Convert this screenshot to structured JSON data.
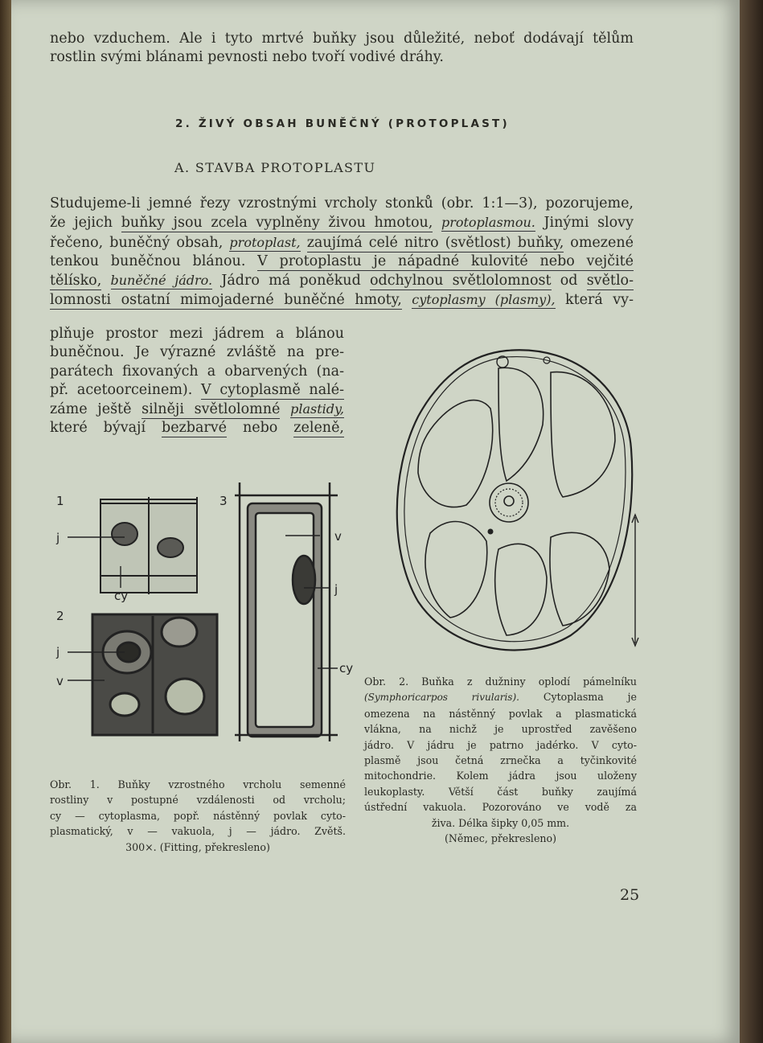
{
  "intro_lines": [
    "nebo vzduchem. Ale i tyto mrtvé buňky jsou důležité, neboť dodávají tělům",
    "rostlin svými blánami pevnosti nebo tvoří vodivé dráhy."
  ],
  "section_title": "2. ŽIVÝ OBSAH BUNĚČNÝ (PROTOPLAST)",
  "subsection_title": "A. STAVBA PROTOPLASTU",
  "para": {
    "l1": "Studujeme-li jemné řezy vzrostnými vrcholy stonků (obr. 1:1—3), pozorujeme,",
    "l2a": "že jejich",
    "l2b": "buňky jsou zcela vyplněny živou hmotou,",
    "l2c": "protoplasmou.",
    "l2d": " Jinými slovy",
    "l3a": "řečeno, buněčný obsah,",
    "l3b": "protoplast,",
    "l3c": "zaujímá celé nitro (světlost) buňky,",
    "l3d": " omezené",
    "l4a": "tenkou buněčnou blánou. ",
    "l4b": "V protoplastu je nápadné kulovité nebo vejčité",
    "l5a": "tělísko,",
    "l5b": "buněčné jádro.",
    "l5c": " Jádro má poněkud ",
    "l5d": "odchylnou světlolomnost",
    "l5e": " od ",
    "l5f": "světlo-",
    "l6a": "lomnosti ostatní mimojaderné buněčné hmoty,",
    "l6b": "cytoplasmy (plasmy),",
    "l6c": " která vy-",
    "l7": "plňuje prostor mezi jádrem a blánou",
    "l8": "buněčnou. Je výrazné zvláště na pre-",
    "l9": "parátech fixovaných a obarvených (na-",
    "l10": "př. acetoorceinem). ",
    "l10b": "V cytoplasmě nalé-",
    "l11a": "záme ještě ",
    "l11b": "silněji světlolomné",
    "l11c": "plastidy,",
    "l12a": "které bývají ",
    "l12b": "bezbarvé",
    "l12c": " nebo ",
    "l12d": "zeleně,"
  },
  "fig1": {
    "labels": {
      "n1": "1",
      "n2": "2",
      "n3": "3",
      "j_a": "j",
      "cy_a": "cy",
      "j_b": "j",
      "v_b": "v",
      "v_c": "v",
      "j_c": "j",
      "cy_c": "cy"
    },
    "caption_lines": [
      "Obr. 1. Buňky vzrostného vrcholu semenné",
      "rostliny v postupné vzdálenosti od vrcholu;",
      "cy — cytoplasma, popř. nástěnný povlak cyto-",
      "plasmatický, v — vakuola, j — jádro. Zvětš.",
      "300×. (Fitting, překresleno)"
    ]
  },
  "fig2": {
    "caption_first": "Obr. 2. Buňka z dužniny oplodí pámelníku",
    "caption_species": "(Symphoricarpos rivularis).",
    "caption_after_species": " Cytoplasma je",
    "caption_lines": [
      "omezena na nástěnný povlak a plasmatická",
      "vlákna, na nichž je uprostřed zavěšeno",
      "jádro. V jádru je patrno jadérko. V cyto-",
      "plasmě jsou četná zrnečka a tyčinkovité",
      "mitochondrie. Kolem jádra jsou uloženy",
      "leukoplasty. Větší část buňky zaujímá",
      "ústřední vakuola. Pozorováno ve vodě za",
      "živa. Délka šipky 0,05 mm.",
      "(Němec, překresleno)"
    ]
  },
  "page_number": "25",
  "colors": {
    "paper": "#cfd5c6",
    "ink": "#2a2a24",
    "underline": "#35353a"
  }
}
